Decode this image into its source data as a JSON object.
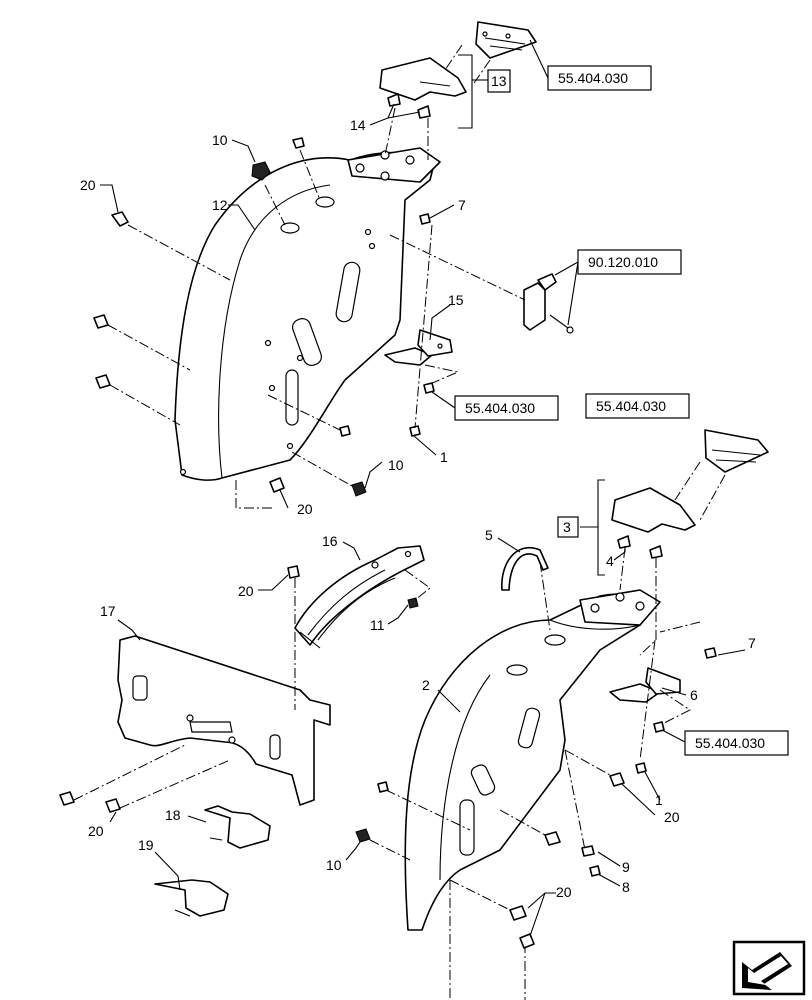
{
  "callouts": {
    "c1a": "1",
    "c1b": "1",
    "c2": "2",
    "c3": "3",
    "c4": "4",
    "c5": "5",
    "c6": "6",
    "c7a": "7",
    "c7b": "7",
    "c8": "8",
    "c9": "9",
    "c10a": "10",
    "c10b": "10",
    "c10c": "10",
    "c11": "11",
    "c12": "12",
    "c13": "13",
    "c14": "14",
    "c15": "15",
    "c16": "16",
    "c17": "17",
    "c18": "18",
    "c19": "19",
    "c20a": "20",
    "c20b": "20",
    "c20c": "20",
    "c20d": "20",
    "c20e": "20",
    "c20f": "20"
  },
  "references": {
    "ref_top_light": "55.404.030",
    "ref_bracket": "90.120.010",
    "ref_left_wiring": "55.404.030",
    "ref_right_light": "55.404.030",
    "ref_right_wiring": "55.404.030"
  },
  "navigation": {
    "icon": "arrow-navigation-icon"
  }
}
